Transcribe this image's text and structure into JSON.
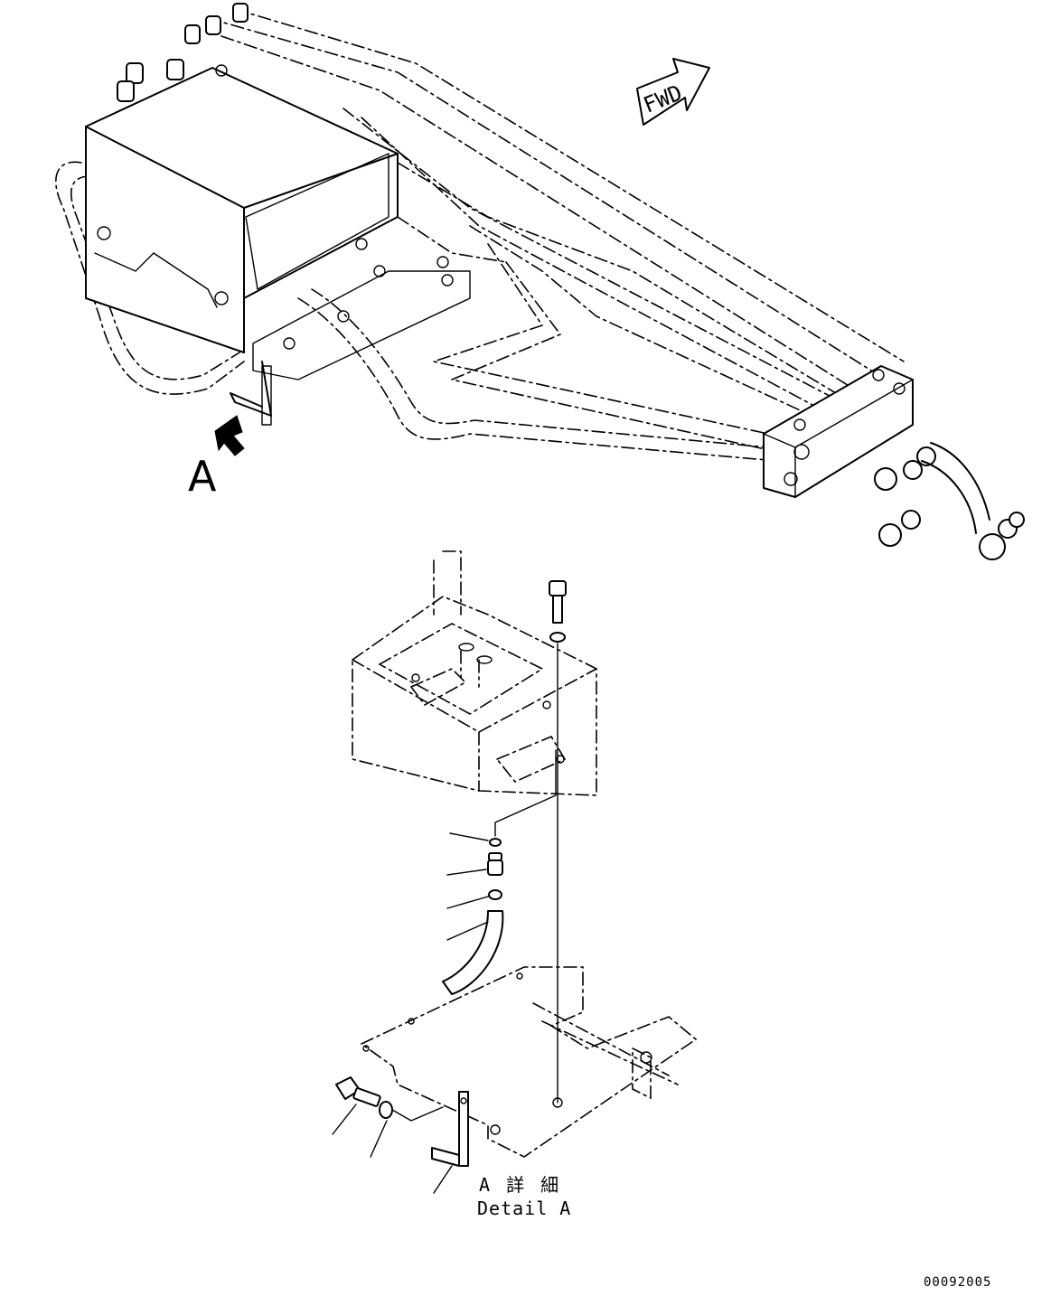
{
  "view_marker": "A",
  "direction_arrow": "FWD",
  "detail": {
    "title_jp": "A 詳 細",
    "title_en": "Detail A"
  },
  "drawing_number": "00092005"
}
